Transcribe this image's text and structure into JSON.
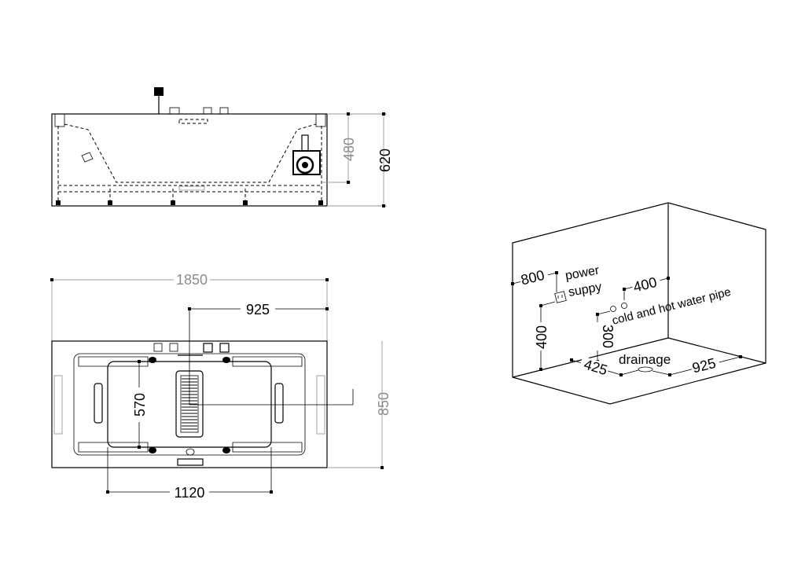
{
  "side_view": {
    "dim_inner_height": "480",
    "dim_total_height": "620"
  },
  "top_view": {
    "dim_total_length": "1850",
    "dim_half_length": "925",
    "dim_total_width": "850",
    "dim_inner_width": "570",
    "dim_inner_length": "1120"
  },
  "room_view": {
    "dim_power_from_corner": "800",
    "label_power": "power",
    "label_power_2": "suppy",
    "dim_power_height": "400",
    "dim_water_from_wall": "400",
    "label_water": "cold and hot water pipe",
    "dim_water_height": "300",
    "label_drainage": "drainage",
    "dim_drain_left": "425",
    "dim_drain_right": "925"
  }
}
